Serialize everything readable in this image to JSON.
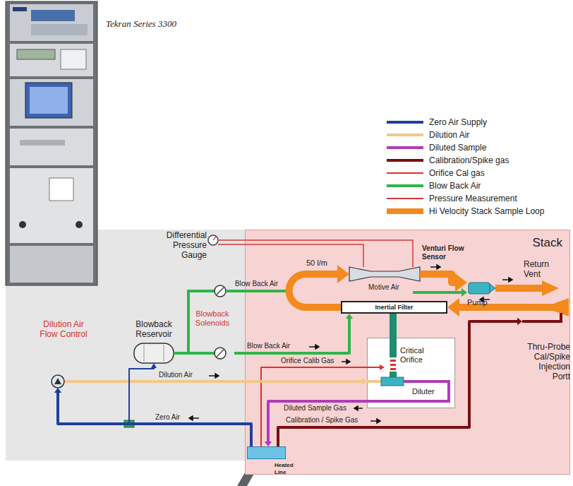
{
  "diagram": {
    "nodes": [
      {
        "text": [
          "Stack"
        ]
      },
      {
        "text": [
          "Differential Pressure Gauge"
        ]
      },
      {
        "text": [
          "Venturi Flow Sensor"
        ],
        "in": 0
      },
      {
        "text": [
          "Pump"
        ],
        "in": 0
      },
      {
        "text": [
          "Inertial Filter"
        ],
        "in": 0
      },
      {
        "text": [
          "Diluter"
        ],
        "in": 0
      },
      {
        "text": [
          "Critical Orifice"
        ],
        "in": 5
      },
      {
        "text": [
          "Blowback Reservoir"
        ]
      },
      {
        "text": [
          "Blowback Solenoids"
        ]
      },
      {
        "text": [
          "Dilution Air Flow Control"
        ]
      },
      {
        "text": [
          "Heated Line"
        ]
      },
      {
        "text": [
          "Return Vent"
        ]
      },
      {
        "text": [
          "Thru-Probe Cal/Spike Injection Portt"
        ]
      }
    ],
    "edges": [
      {
        "from": 1,
        "to": 2,
        "arrow": "none"
      },
      {
        "from": 12,
        "to": 4,
        "arrow": "to"
      },
      {
        "from": 4,
        "to": 2,
        "arrow": "to"
      },
      {
        "from": 2,
        "to": 3,
        "arrow": "to"
      },
      {
        "from": 3,
        "to": 11,
        "arrow": "none"
      },
      {
        "from": 4,
        "to": 6,
        "arrow": "none"
      },
      {
        "from": 10,
        "to": 6,
        "label": "Orifice Calib Gas",
        "arrow": "to"
      },
      {
        "from": 9,
        "to": 5,
        "label": "Dilution Air",
        "arrow": "to"
      },
      {
        "from": 5,
        "to": 10,
        "label": "Diluted Sample Gas",
        "arrow": "to"
      },
      {
        "from": 10,
        "to": 12,
        "label": "Calibration / Spike Gas",
        "arrow": "to"
      },
      {
        "from": 10,
        "to": 9,
        "label": "Zero Air",
        "arrow": "to"
      },
      {
        "from": 10,
        "to": 7,
        "arrow": "to"
      },
      {
        "from": 7,
        "to": 8,
        "arrow": "none"
      },
      {
        "from": 8,
        "to": 4,
        "label": "Blow Back Air",
        "arrow": "to"
      }
    ],
    "labels": [
      "Tekran Series 3300",
      "50 l/m",
      "Motive Air",
      "Blow Back Air"
    ],
    "legend": [
      {
        "text": "Zero Air Supply",
        "color": "#1f3f9f"
      },
      {
        "text": "Dilution Air",
        "color": "#f5c78a"
      },
      {
        "text": "Diluted Sample",
        "color": "#b03cb8"
      },
      {
        "text": "Calibration/Spike gas",
        "color": "#7a0f12"
      },
      {
        "text": "Orifice Cal gas",
        "color": "#e0302a"
      },
      {
        "text": "Blow Back Air",
        "color": "#2fb54a"
      },
      {
        "text": "Pressure Measurement",
        "color": "#d23a3a"
      },
      {
        "text": "Hi Velocity Stack Sample Loop",
        "color": "#f28a1e"
      }
    ]
  }
}
